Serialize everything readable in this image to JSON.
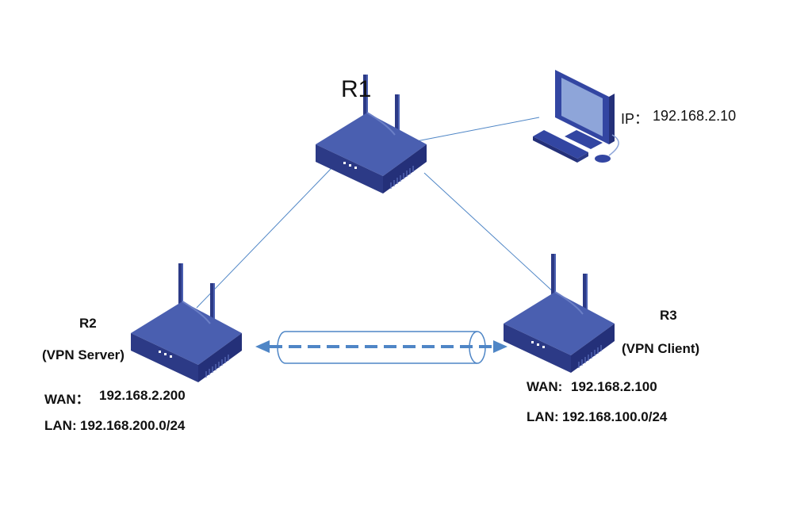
{
  "r1": {
    "name": "R1"
  },
  "pc": {
    "ip_label": "IP：",
    "ip_value": "192.168.2.10"
  },
  "r2": {
    "name": "R2",
    "role": "(VPN Server)",
    "wan_label": "WAN：",
    "wan_value": "192.168.2.200",
    "lan_label": "LAN:",
    "lan_value": "192.168.200.0/24"
  },
  "r3": {
    "name": "R3",
    "role": "(VPN Client)",
    "wan_label": "WAN:",
    "wan_value": "192.168.2.100",
    "lan_label": "LAN:",
    "lan_value": "192.168.100.0/24"
  },
  "colors": {
    "router_top": "#4a5fb0",
    "router_side": "#2c3a86",
    "router_front": "#243079",
    "link_line": "#4f86c6",
    "tunnel": "#4f86c6",
    "pc_screen": "#8ea5d9",
    "pc_body": "#3346a2"
  },
  "icons": [
    "router-icon",
    "computer-icon",
    "vpn-tunnel-icon"
  ]
}
